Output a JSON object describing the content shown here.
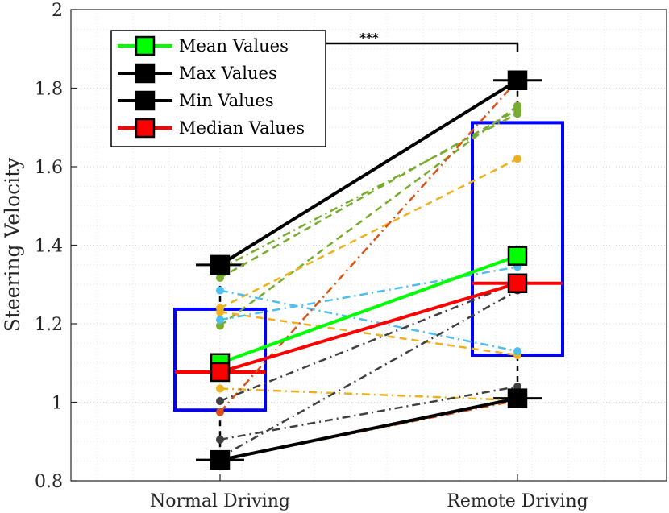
{
  "chart_data": {
    "type": "box_with_paired_lines",
    "ylabel": "Steering Velocity",
    "xlabel": "",
    "categories": [
      "Normal Driving",
      "Remote Driving"
    ],
    "ylim": [
      0.8,
      2
    ],
    "yticks": [
      "0.8",
      "1",
      "1.2",
      "1.4",
      "1.6",
      "1.8",
      "2"
    ],
    "grid": "dotted major and minor",
    "legend_position": "top-left",
    "legend": [
      {
        "label": "Mean Values",
        "line_color": "#00ff00",
        "marker_color": "#00ff00"
      },
      {
        "label": "Max Values",
        "line_color": "#000000",
        "marker_color": "#000000"
      },
      {
        "label": "Min Values",
        "line_color": "#000000",
        "marker_color": "#000000"
      },
      {
        "label": "Median Values",
        "line_color": "#ff0000",
        "marker_color": "#ff0000"
      }
    ],
    "significance": "***",
    "boxes": [
      {
        "category": "Normal Driving",
        "q1": 0.98,
        "median": 1.077,
        "q3": 1.237,
        "min": 0.853,
        "max": 1.35,
        "mean": 1.1
      },
      {
        "category": "Remote Driving",
        "q1": 1.12,
        "median": 1.303,
        "q3": 1.712,
        "min": 1.01,
        "max": 1.82,
        "mean": 1.373
      }
    ],
    "summary_lines": [
      {
        "name": "Mean Values",
        "color": "#00ff00",
        "values": [
          1.1,
          1.373
        ]
      },
      {
        "name": "Median Values",
        "color": "#ff0000",
        "values": [
          1.077,
          1.303
        ]
      },
      {
        "name": "Max Values",
        "color": "#000000",
        "values": [
          1.35,
          1.82
        ]
      },
      {
        "name": "Min Values",
        "color": "#000000",
        "values": [
          0.853,
          1.01
        ]
      }
    ],
    "subjects": [
      {
        "color": "#77ac30",
        "dash": "dashed",
        "values": [
          1.195,
          1.755
        ]
      },
      {
        "color": "#77ac30",
        "dash": "dashed",
        "values": [
          1.317,
          1.745
        ]
      },
      {
        "color": "#77ac30",
        "dash": "dashdot",
        "values": [
          1.34,
          1.735
        ]
      },
      {
        "color": "#edb120",
        "dash": "dashed",
        "values": [
          1.24,
          1.62
        ]
      },
      {
        "color": "#edb120",
        "dash": "dashed",
        "values": [
          1.23,
          1.12
        ]
      },
      {
        "color": "#edb120",
        "dash": "dashdot",
        "values": [
          1.035,
          1.005
        ]
      },
      {
        "color": "#4dbeee",
        "dash": "dashdot",
        "values": [
          1.21,
          1.345
        ]
      },
      {
        "color": "#4dbeee",
        "dash": "dashdot",
        "values": [
          1.285,
          1.13
        ]
      },
      {
        "color": "#d95319",
        "dash": "dashdot",
        "values": [
          0.975,
          1.82
        ]
      },
      {
        "color": "#d95319",
        "dash": "dashdot",
        "values": [
          0.853,
          1.005
        ]
      },
      {
        "color": "#404040",
        "dash": "dashdot",
        "values": [
          1.003,
          1.305
        ]
      },
      {
        "color": "#404040",
        "dash": "dashdot",
        "values": [
          0.86,
          1.285
        ]
      },
      {
        "color": "#404040",
        "dash": "dashdot",
        "values": [
          0.905,
          1.04
        ]
      },
      {
        "color": "#404040",
        "dash": "dashdot",
        "values": [
          0.853,
          1.01
        ]
      }
    ]
  }
}
